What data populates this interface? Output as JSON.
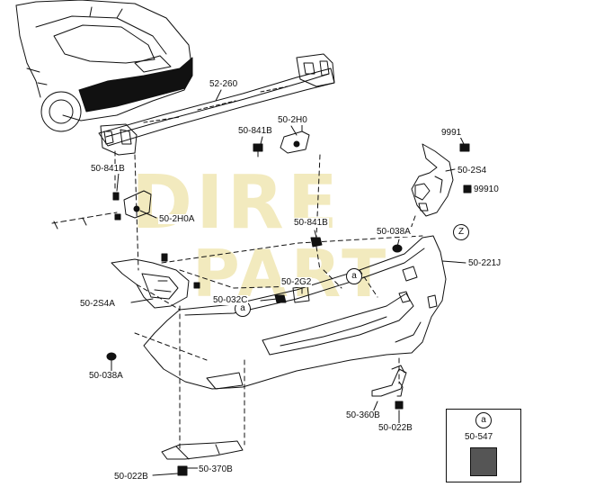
{
  "watermark": {
    "line1": "DIRE",
    "line2": "PART",
    "color": "#e9d98a"
  },
  "callouts": {
    "ref_a": "a",
    "ref_z": "Z"
  },
  "parts": {
    "reinforcement": "52-260",
    "bracket_right_upper": "50-2H0",
    "bolt_841b_center": "50-841B",
    "bolt_841b_left": "50-841B",
    "bracket_left_upper": "50-2H0A",
    "bolt_841b_bumper": "50-841B",
    "screw_9991": "9991",
    "side_bracket_right": "50-2S4",
    "clip_99910": "99910",
    "clip_038a_right": "50-038A",
    "bumper_fascia": "50-221J",
    "side_bracket_left": "50-2S4A",
    "cover_2g2": "50-2G2",
    "clip_032c": "50-032C",
    "clip_038a_left": "50-038A",
    "sensor_bracket": "50-360B",
    "bolt_022b_right": "50-022B",
    "lower_bracket": "50-370B",
    "bolt_022b_left": "50-022B",
    "inset_part": "50-547"
  }
}
